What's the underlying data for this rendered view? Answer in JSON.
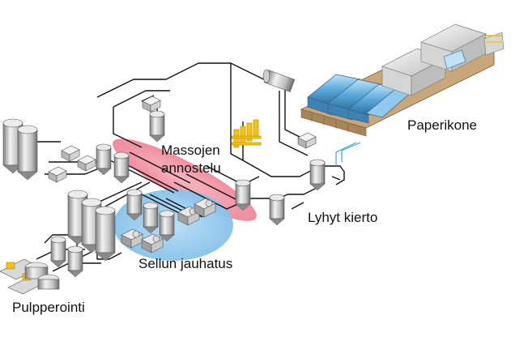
{
  "labels": {
    "paperikone": "Paperikone",
    "massojen_line1": "Massojen",
    "massojen_line2": "annostelu",
    "lyhyt_kierto": "Lyhyt kierto",
    "sellun_jauhatus": "Sellun jauhatus",
    "pulpperointi": "Pulpperointi"
  },
  "colors": {
    "dosing_zone": "#f08a9a",
    "refining_zone": "#8ec8ee",
    "pipe": "#111111",
    "tank_light": "#e8e8e8",
    "tank_dark": "#8c8c8c",
    "machine_hood": "#5aa9dc",
    "machine_cover": "#e4e4e4",
    "accent_yellow": "#f2c318",
    "wood_base": "#c9a77a"
  }
}
